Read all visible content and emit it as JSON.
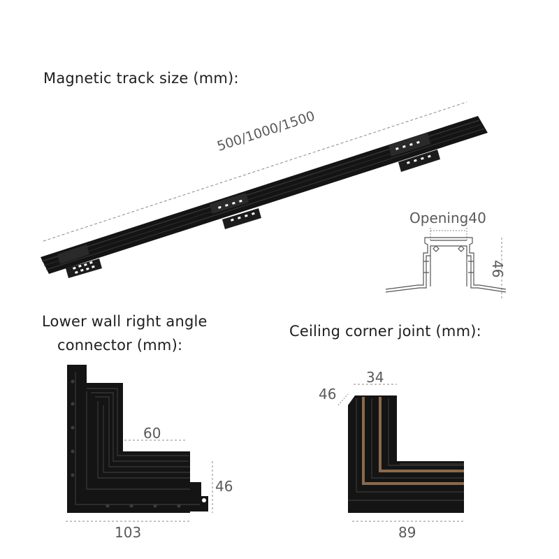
{
  "headings": {
    "track": "Magnetic track size (mm):",
    "lower_wall_line1": "Lower wall right angle",
    "lower_wall_line2": "connector (mm):",
    "ceiling": "Ceiling corner joint (mm):"
  },
  "dimensions": {
    "track_length": "500/1000/1500",
    "opening": "Opening40",
    "profile_height": "46",
    "lower_top": "60",
    "lower_side": "46",
    "lower_bottom": "103",
    "ceiling_top": "34",
    "ceiling_diag": "46",
    "ceiling_bottom": "89"
  },
  "colors": {
    "product": "#141414",
    "product_edge": "#3a3a3a",
    "dim_line": "#8a8a8a",
    "profile_line": "#555555",
    "wood_strip": "#8a6a4a"
  }
}
